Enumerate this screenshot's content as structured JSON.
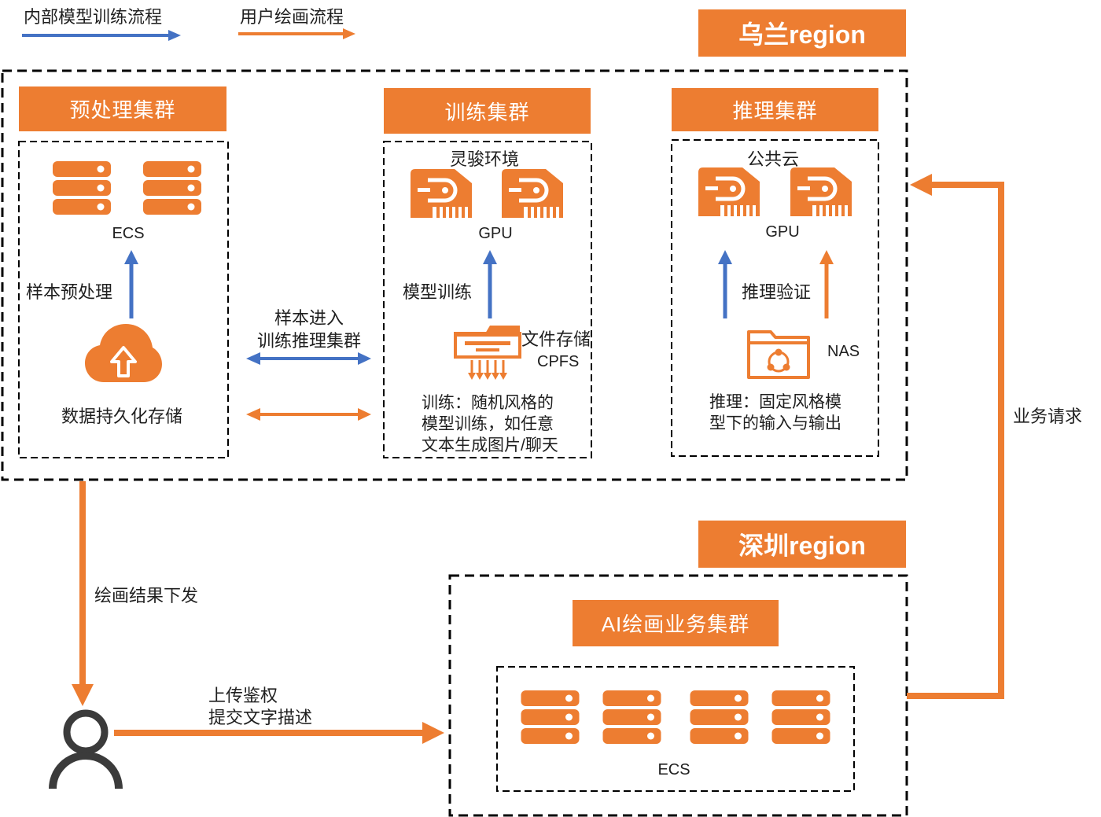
{
  "legend": {
    "internal_flow": "内部模型训练流程",
    "user_flow": "用户绘画流程"
  },
  "colors": {
    "orange": "#ED7D31",
    "blue": "#4472C4",
    "user_icon": "#3B3B3B",
    "text": "#1F1F1F"
  },
  "regions": {
    "wulan": {
      "label": "乌兰region",
      "preprocess": {
        "title": "预处理集群",
        "icon": "server-icon",
        "server_label": "ECS",
        "step_label": "样本预处理",
        "storage_icon": "cloud-upload-icon",
        "storage_label": "数据持久化存储"
      },
      "transfer": {
        "label": [
          "样本进入",
          "训练推理集群"
        ]
      },
      "training": {
        "title": "训练集群",
        "environment": "灵骏环境",
        "icon": "gpu-icon",
        "gpu_label": "GPU",
        "step_label": "模型训练",
        "storage_icon": "file-storage-icon",
        "storage_label": "文件存储",
        "storage_type": "CPFS",
        "description": [
          "训练：随机风格的",
          "模型训练，如任意",
          "文本生成图片/聊天"
        ]
      },
      "inference": {
        "title": "推理集群",
        "environment": "公共云",
        "icon": "gpu-icon",
        "gpu_label": "GPU",
        "step_label": "推理验证",
        "storage_icon": "nas-icon",
        "storage_type": "NAS",
        "description": [
          "推理：固定风格模",
          "型下的输入与输出"
        ]
      }
    },
    "shenzhen": {
      "label": "深圳region",
      "ai_cluster": {
        "title": "AI绘画业务集群",
        "icon": "server-icon",
        "server_label": "ECS"
      }
    }
  },
  "flows": {
    "business_request": "业务请求",
    "result_delivery": "绘画结果下发",
    "user_upload": [
      "上传鉴权",
      "提交文字描述"
    ],
    "user_icon": "user-icon"
  }
}
